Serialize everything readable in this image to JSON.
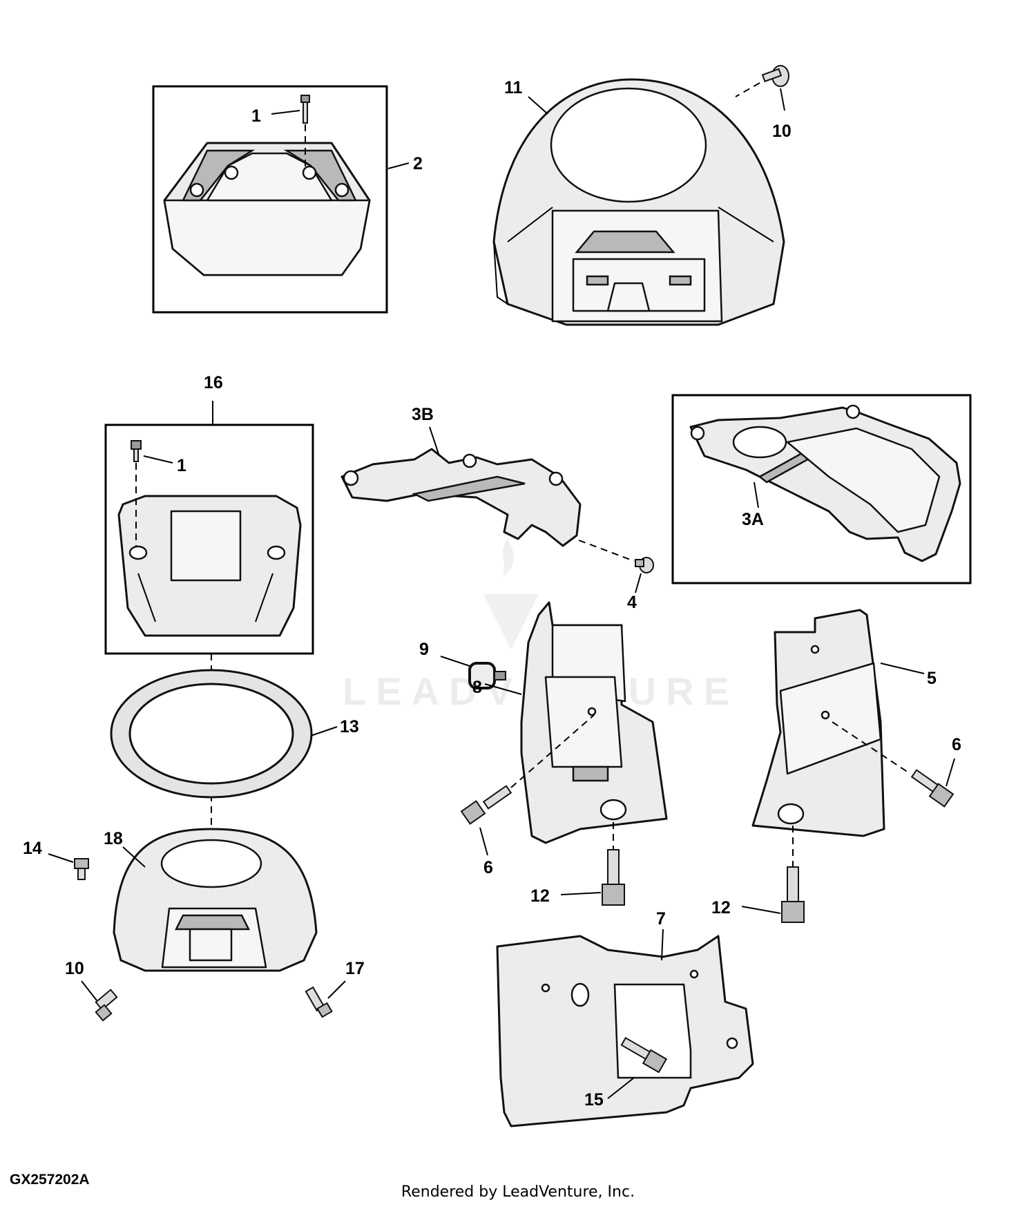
{
  "figure_id": "GX257202A",
  "credit": "Rendered by LeadVenture, Inc.",
  "watermark": "LEADVENTURE",
  "callouts": {
    "c1_top": "1",
    "c2": "2",
    "c11": "11",
    "c10_top": "10",
    "c16": "16",
    "c1_mid": "1",
    "c3b": "3B",
    "c3a": "3A",
    "c4": "4",
    "c9": "9",
    "c8": "8",
    "c5": "5",
    "c13": "13",
    "c6_left": "6",
    "c6_right": "6",
    "c14": "14",
    "c18": "18",
    "c12_left": "12",
    "c12_right": "12",
    "c7": "7",
    "c10_bottom": "10",
    "c17": "17",
    "c15": "15"
  }
}
